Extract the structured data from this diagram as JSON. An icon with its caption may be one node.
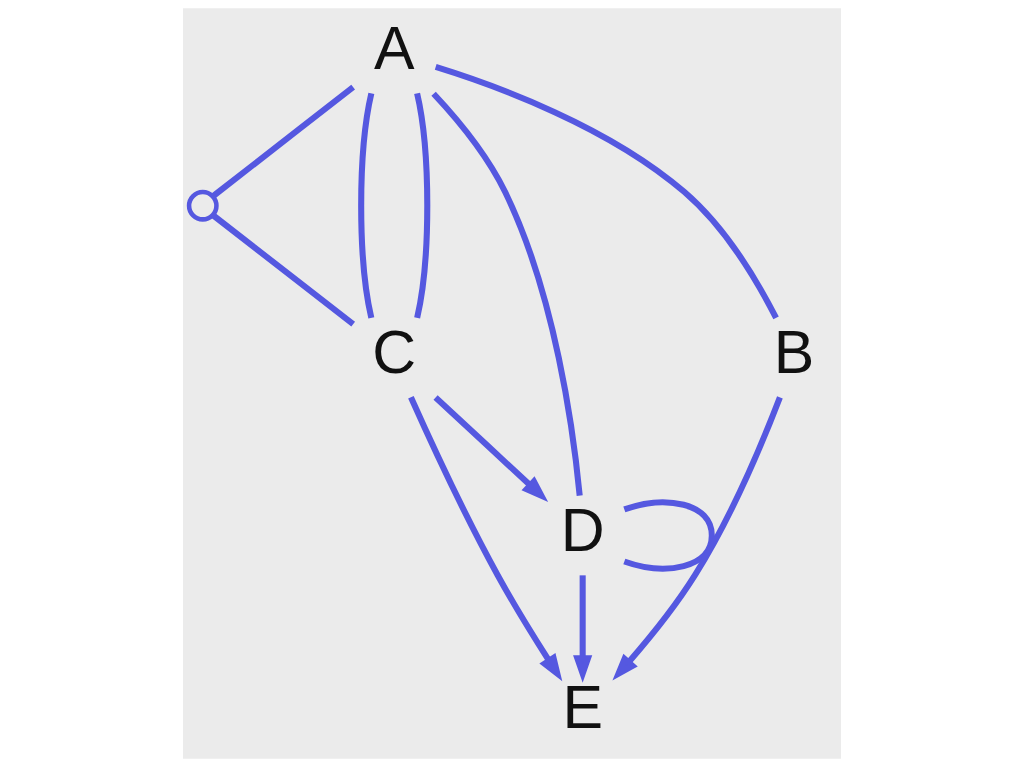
{
  "diagram": {
    "nodes": [
      {
        "text": [
          "A"
        ]
      },
      {
        "text": [],
        "shape": "circle"
      },
      {
        "text": [
          "C"
        ]
      },
      {
        "text": [
          "D"
        ]
      },
      {
        "text": [
          "E"
        ]
      },
      {
        "text": [
          "B"
        ]
      }
    ],
    "edges": [
      {
        "from": 0,
        "to": 2,
        "arrow": "none"
      },
      {
        "from": 0,
        "to": 1,
        "arrow": "none"
      },
      {
        "from": 1,
        "to": 2,
        "arrow": "none"
      },
      {
        "from": 0,
        "to": 2,
        "arrow": "none"
      },
      {
        "from": 0,
        "to": 3,
        "arrow": "none"
      },
      {
        "from": 2,
        "to": 4,
        "arrow": "to"
      },
      {
        "from": 2,
        "to": 3,
        "arrow": "to"
      },
      {
        "from": 0,
        "to": 5,
        "arrow": "none"
      },
      {
        "from": 3,
        "to": 3,
        "arrow": "none"
      },
      {
        "from": 5,
        "to": 4,
        "arrow": "to"
      },
      {
        "from": 3,
        "to": 4,
        "arrow": "to"
      }
    ]
  }
}
